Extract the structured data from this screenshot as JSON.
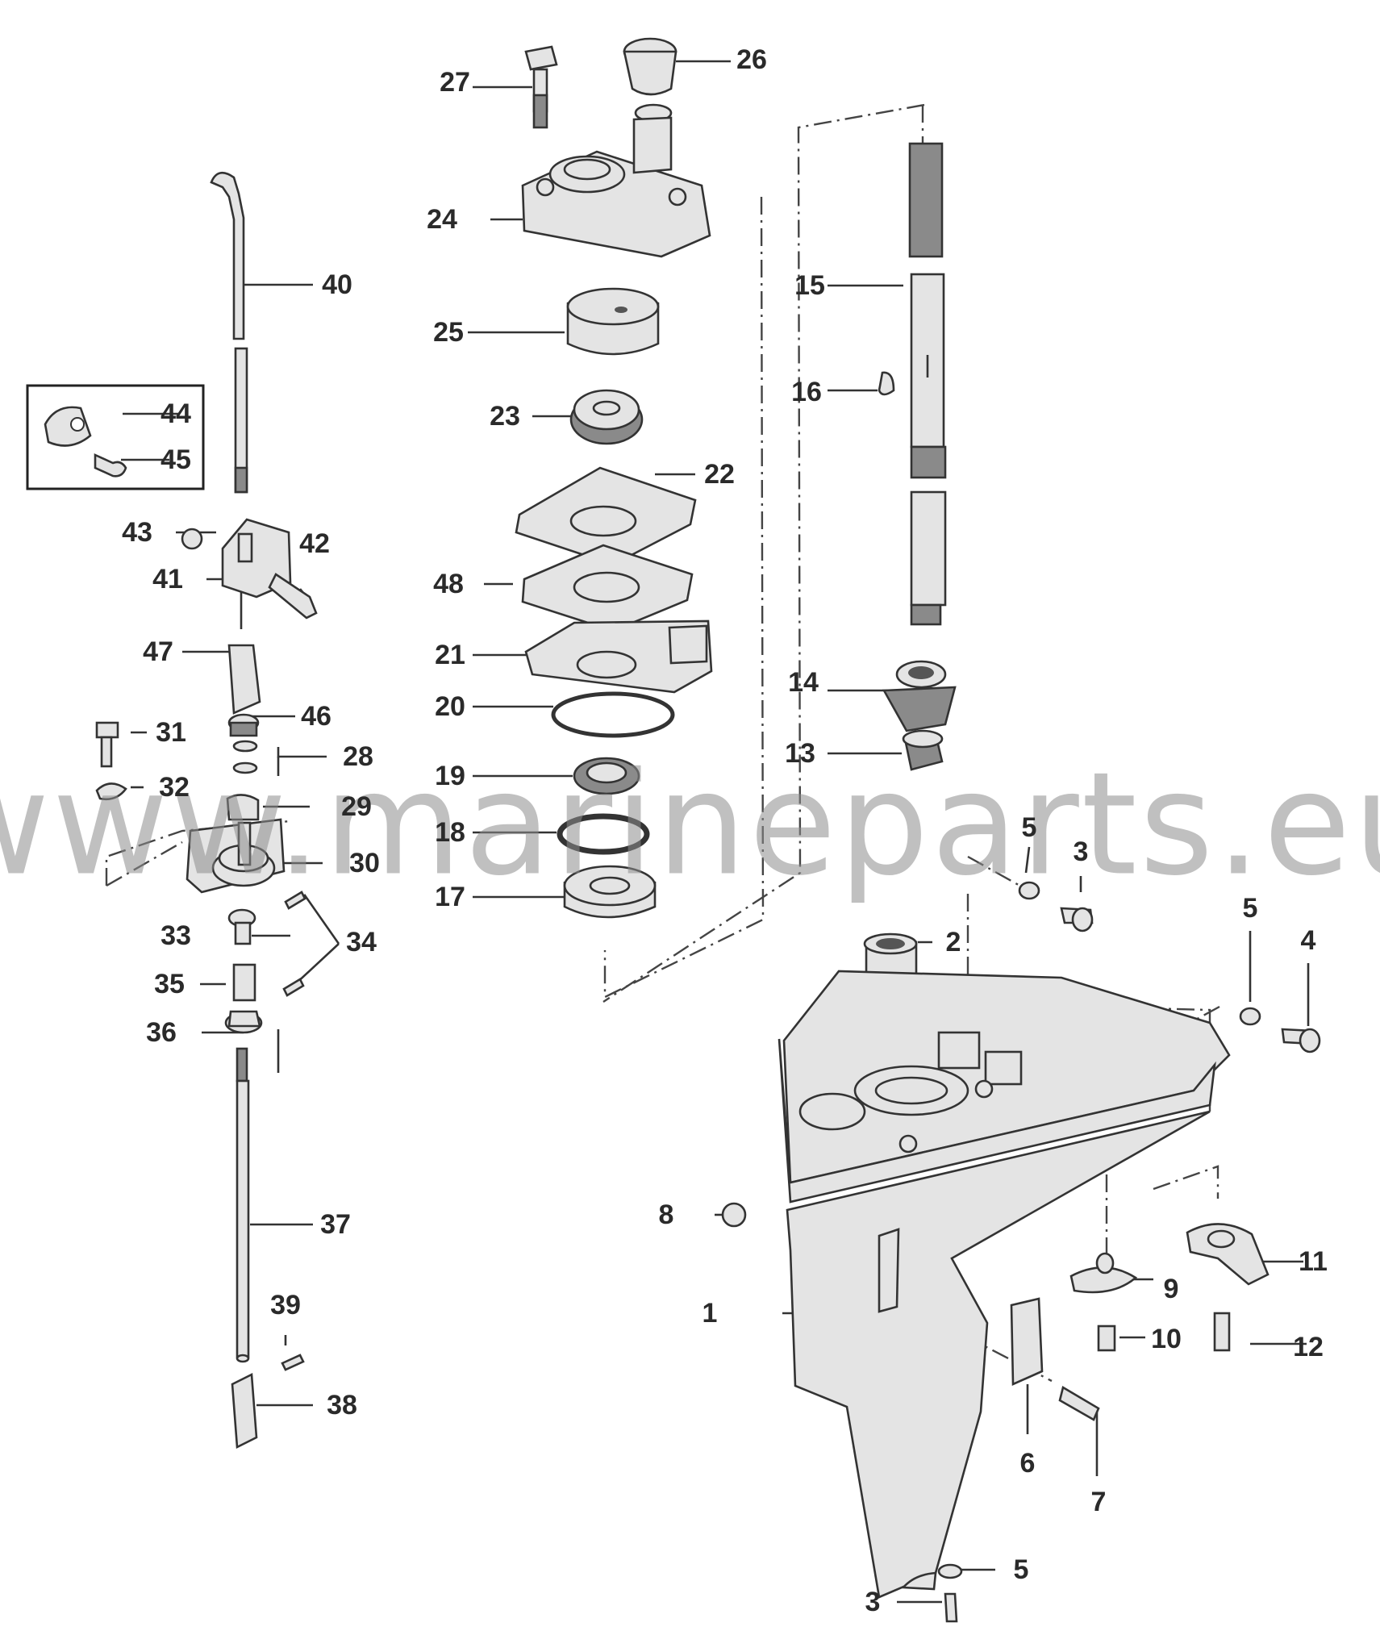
{
  "watermark": "www.marineparts.eu",
  "labels": {
    "p1": "1",
    "p2": "2",
    "p3a": "3",
    "p3b": "3",
    "p4": "4",
    "p5a": "5",
    "p5b": "5",
    "p5c": "5",
    "p6": "6",
    "p7": "7",
    "p8": "8",
    "p9": "9",
    "p10": "10",
    "p11": "11",
    "p12": "12",
    "p13": "13",
    "p14": "14",
    "p15": "15",
    "p16": "16",
    "p17": "17",
    "p18": "18",
    "p19": "19",
    "p20": "20",
    "p21": "21",
    "p22": "22",
    "p23": "23",
    "p24": "24",
    "p25": "25",
    "p26": "26",
    "p27": "27",
    "p28": "28",
    "p29": "29",
    "p30": "30",
    "p31": "31",
    "p32": "32",
    "p33": "33",
    "p34": "34",
    "p35": "35",
    "p36": "36",
    "p37": "37",
    "p38": "38",
    "p39": "39",
    "p40": "40",
    "p41": "41",
    "p42": "42",
    "p43": "43",
    "p44": "44",
    "p45": "45",
    "p46": "46",
    "p47": "47",
    "p48": "48"
  }
}
